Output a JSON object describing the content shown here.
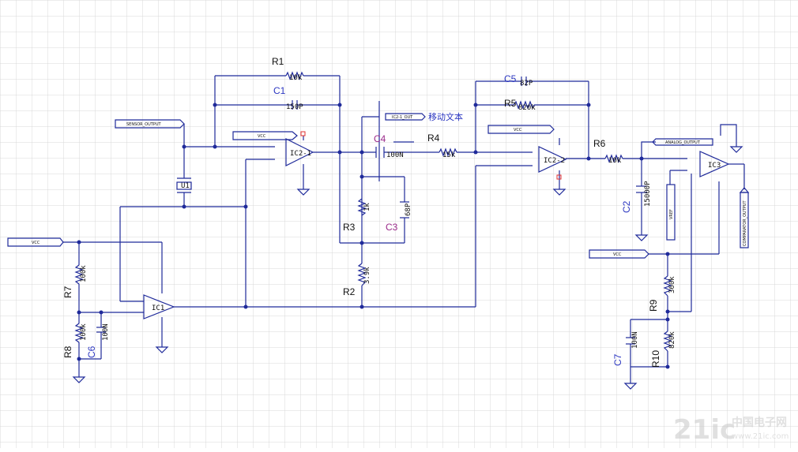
{
  "colors": {
    "background": "#ffffff",
    "grid": "#d9d9d9",
    "wire": "#1f2a9a",
    "pin_marker": "#e03030",
    "label_blue": "#2a35c0",
    "label_purple": "#9a2a8a",
    "watermark": "#c8c8c8"
  },
  "components": {
    "R1": {
      "ref": "R1",
      "value": "10k"
    },
    "C1": {
      "ref": "C1",
      "value": "150P"
    },
    "R2": {
      "ref": "R2",
      "value": "3.9k"
    },
    "R3": {
      "ref": "R3",
      "value": "1k"
    },
    "C3": {
      "ref": "C3",
      "value": "68P"
    },
    "C4": {
      "ref": "C4",
      "value": "100N"
    },
    "R4": {
      "ref": "R4",
      "value": "15k"
    },
    "C5": {
      "ref": "C5",
      "value": "82P"
    },
    "R5": {
      "ref": "R5",
      "value": "820k"
    },
    "R6": {
      "ref": "R6",
      "value": "10k"
    },
    "C2": {
      "ref": "C2",
      "value": "15000P"
    },
    "R7": {
      "ref": "R7",
      "value": "100k"
    },
    "R8": {
      "ref": "R8",
      "value": "100k"
    },
    "C6": {
      "ref": "C6",
      "value": "100N"
    },
    "R9": {
      "ref": "R9",
      "value": "360k"
    },
    "R10": {
      "ref": "R10",
      "value": "820k"
    },
    "C7": {
      "ref": "C7",
      "value": "100N"
    },
    "U1": {
      "ref": "U1"
    }
  },
  "opamps": {
    "ic2_1": "IC2-1",
    "ic2_2": "IC2-2",
    "ic1": "IC1",
    "ic3": "IC3"
  },
  "ports": {
    "sensor_output": "SENSOR_OUTPUT",
    "vcc_ic2_1": "VCC",
    "vcc_left": "VCC",
    "vcc_ic2_2": "VCC",
    "vcc_ic3": "VCC",
    "ic2_1_out": "IC2-1_OUT",
    "analog_output": "ANALOG_OUTPUT",
    "vref": "VREF",
    "comparator_output": "COMPARATOR_OUTPUT"
  },
  "annotations": {
    "floating_text": "移动文本"
  },
  "watermark": {
    "text": "21ic",
    "cn": "中国电子网",
    "url": "www.21ic.com"
  }
}
